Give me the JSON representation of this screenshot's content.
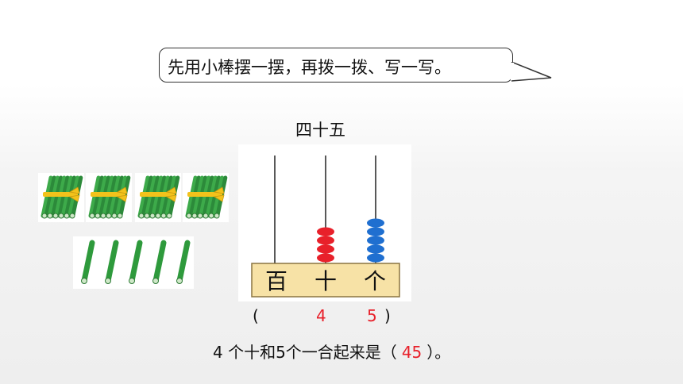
{
  "bubble": {
    "text": "先用小棒摆一摆，再拨一拨、写一写。"
  },
  "title": "四十五",
  "bundles": {
    "count": 4
  },
  "sticks": {
    "count": 5
  },
  "abacus": {
    "labels": [
      "百",
      "十",
      "个"
    ],
    "beads": {
      "hundreds": 0,
      "tens": 4,
      "ones": 5
    },
    "colors": {
      "tens": "#e8202a",
      "ones": "#1f6fd0",
      "frame": "#f7e2a6"
    }
  },
  "digits": {
    "open": "(",
    "hundreds": "",
    "tens": "4",
    "ones": "5",
    "close": ")"
  },
  "sentence": {
    "prefix": "4 个十和5个一合起来是（",
    "answer": "45",
    "suffix": "）。"
  }
}
